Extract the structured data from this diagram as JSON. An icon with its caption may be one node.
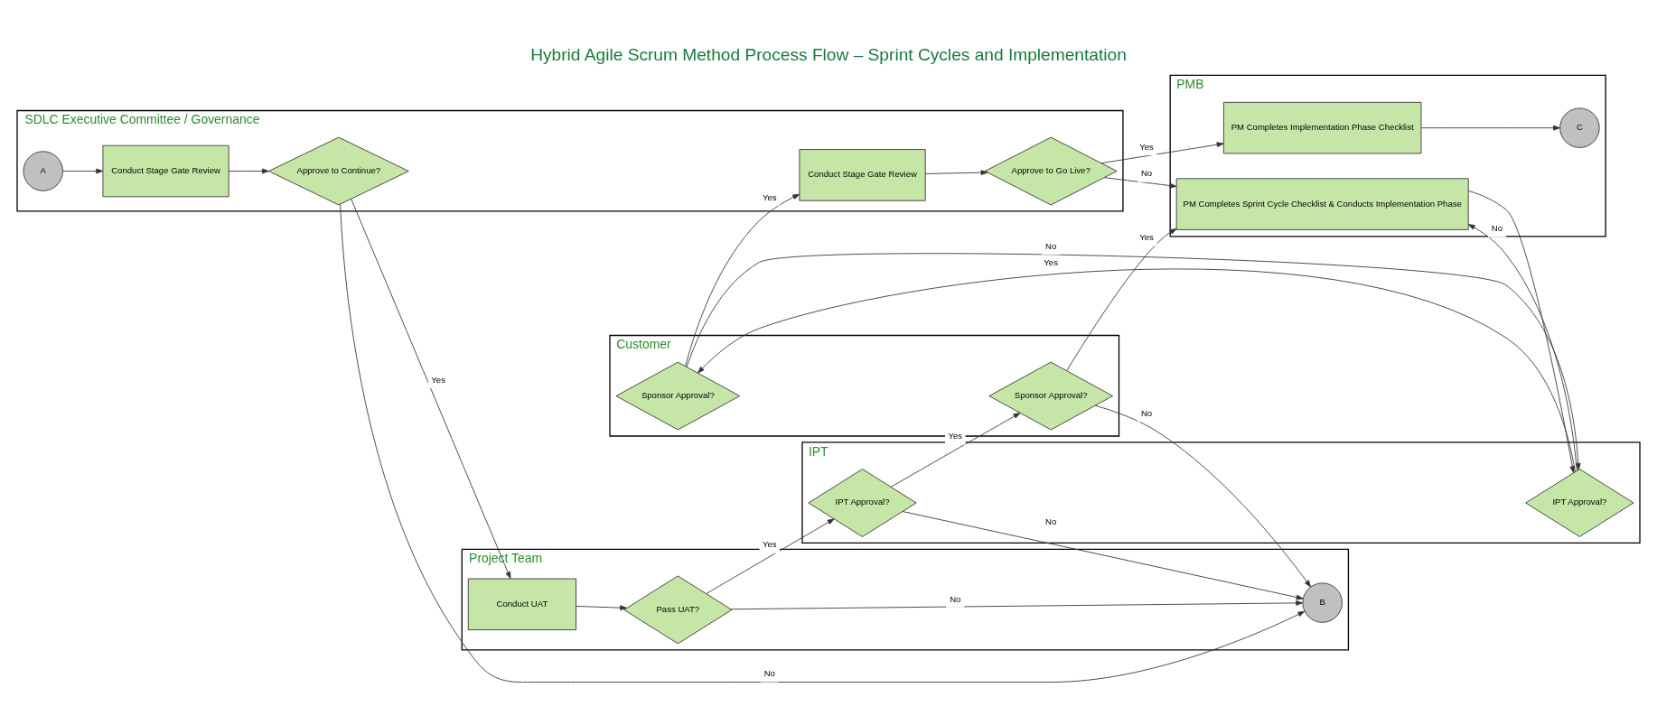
{
  "diagram": {
    "title": "Hybrid Agile Scrum Method Process Flow – Sprint Cycles and Implementation",
    "nodes": [
      {
        "text": [
          "Customer"
        ]
      },
      {
        "text": [
          "Sponsor Approval?"
        ],
        "in": 0
      },
      {
        "text": [
          "Sponsor Approval?"
        ],
        "in": 0
      },
      {
        "text": [
          "PMB"
        ]
      },
      {
        "text": [
          "PM Completes Sprint Cycle Checklist & Conducts Implementation Phase"
        ],
        "in": 3
      },
      {
        "text": [
          "PM Completes Implementation Phase Checklist"
        ],
        "in": 3
      },
      {
        "text": [
          "C"
        ],
        "in": 3
      },
      {
        "text": [
          "Project Team"
        ]
      },
      {
        "text": [
          "B"
        ],
        "in": 7
      },
      {
        "text": [
          "Conduct UAT"
        ],
        "in": 7
      },
      {
        "text": [
          "Pass UAT?"
        ],
        "in": 7
      },
      {
        "text": [
          "SDLC Executive Committee / Governance"
        ]
      },
      {
        "text": [
          "A"
        ],
        "in": 11
      },
      {
        "text": [
          "Conduct Stage Gate Review"
        ],
        "in": 11
      },
      {
        "text": [
          "Approve to Continue?"
        ],
        "in": 11
      },
      {
        "text": [
          "Conduct Stage Gate Review"
        ],
        "in": 11
      },
      {
        "text": [
          "Approve to Go Live?"
        ],
        "in": 11
      },
      {
        "text": [
          "IPT"
        ]
      },
      {
        "text": [
          "IPT Approval?"
        ],
        "in": 17
      },
      {
        "text": [
          "IPT Approval?"
        ],
        "in": 17
      }
    ],
    "edges": [
      {
        "from": 12,
        "to": 13,
        "arrow": "to"
      },
      {
        "from": 13,
        "to": 14,
        "arrow": "to"
      },
      {
        "from": 14,
        "to": 9,
        "arrow": "to",
        "label": "Yes"
      },
      {
        "from": 14,
        "to": 8,
        "arrow": "to",
        "label": "No"
      },
      {
        "from": 9,
        "to": 10,
        "arrow": "to"
      },
      {
        "from": 10,
        "to": 8,
        "arrow": "to",
        "label": "No"
      },
      {
        "from": 10,
        "to": 18,
        "arrow": "to",
        "label": "Yes"
      },
      {
        "from": 18,
        "to": 8,
        "arrow": "to",
        "label": "No"
      },
      {
        "from": 18,
        "to": 1,
        "arrow": "to",
        "label": "Yes"
      },
      {
        "from": 1,
        "to": 8,
        "arrow": "to",
        "label": "No"
      },
      {
        "from": 1,
        "to": 4,
        "arrow": "to",
        "label": "Yes"
      },
      {
        "from": 4,
        "to": 19,
        "arrow": "to"
      },
      {
        "from": 19,
        "to": 4,
        "arrow": "to",
        "label": "No"
      },
      {
        "from": 19,
        "to": 2,
        "arrow": "to",
        "label": "Yes"
      },
      {
        "from": 2,
        "to": 19,
        "arrow": "to",
        "label": "No"
      },
      {
        "from": 2,
        "to": 15,
        "arrow": "to",
        "label": "Yes"
      },
      {
        "from": 15,
        "to": 16,
        "arrow": "to"
      },
      {
        "from": 16,
        "to": 4,
        "arrow": "to",
        "label": "No"
      },
      {
        "from": 16,
        "to": 5,
        "arrow": "to",
        "label": "Yes"
      },
      {
        "from": 5,
        "to": 6,
        "arrow": "to"
      }
    ]
  }
}
